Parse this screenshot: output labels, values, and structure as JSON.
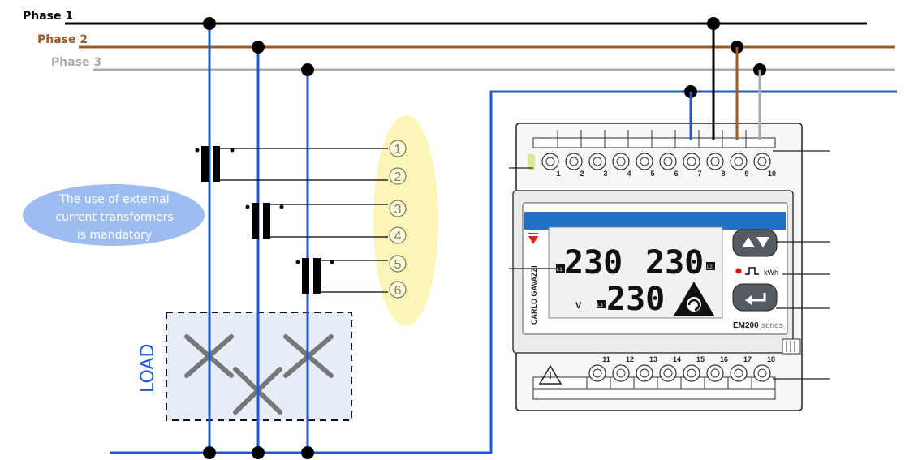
{
  "phases": [
    {
      "label": "Phase 1",
      "color": "#000000"
    },
    {
      "label": "Phase 2",
      "color": "#9a5c28"
    },
    {
      "label": "Phase 3",
      "color": "#aaaaaa"
    }
  ],
  "neutral_color": "#1a5bd8",
  "note": {
    "lines": [
      "The use of external",
      "current transformers",
      "is mandatory"
    ],
    "color": "#ffffff",
    "bg": "#9dbcf0"
  },
  "ct_terminals": [
    "1",
    "2",
    "3",
    "4",
    "5",
    "6"
  ],
  "load_label": "LOAD",
  "meter": {
    "brand": "CARLO GAVAZZI",
    "series_model": "EM200",
    "series_word": "series",
    "display_top_left": "230",
    "display_top_right": "230",
    "display_bottom": "230",
    "unit_v": "V",
    "indicator_kwh": "kWh",
    "phase_tags": [
      "L1",
      "L2",
      "L3"
    ],
    "top_terminals": [
      "1",
      "2",
      "3",
      "4",
      "5",
      "6",
      "7",
      "8",
      "9",
      "10"
    ],
    "bottom_terminals": [
      "11",
      "12",
      "13",
      "14",
      "15",
      "16",
      "17",
      "18"
    ]
  }
}
